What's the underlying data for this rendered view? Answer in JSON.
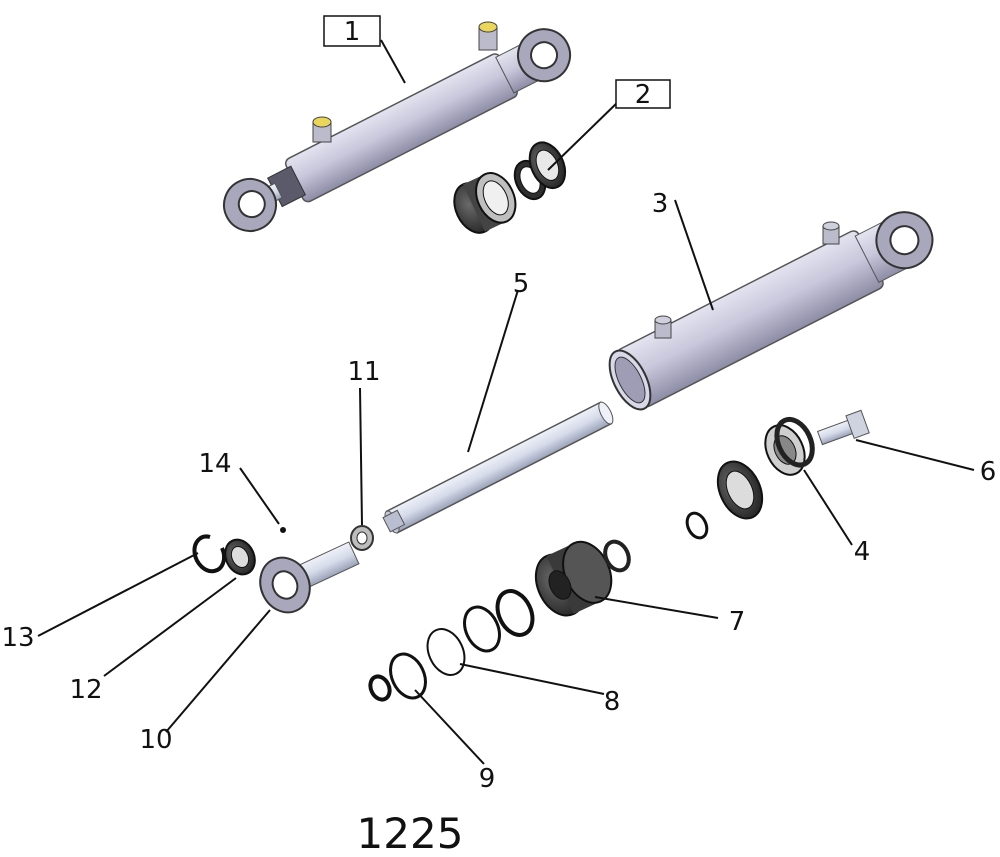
{
  "diagram": {
    "part_number": "1225",
    "callouts": [
      {
        "id": "1",
        "boxed": true
      },
      {
        "id": "2",
        "boxed": true
      },
      {
        "id": "3",
        "boxed": false
      },
      {
        "id": "4",
        "boxed": false
      },
      {
        "id": "5",
        "boxed": false
      },
      {
        "id": "6",
        "boxed": false
      },
      {
        "id": "7",
        "boxed": false
      },
      {
        "id": "8",
        "boxed": false
      },
      {
        "id": "9",
        "boxed": false
      },
      {
        "id": "10",
        "boxed": false
      },
      {
        "id": "11",
        "boxed": false
      },
      {
        "id": "12",
        "boxed": false
      },
      {
        "id": "13",
        "boxed": false
      },
      {
        "id": "14",
        "boxed": false
      }
    ],
    "colors": {
      "cylinder_body": "#c9c8dc",
      "cylinder_shadow": "#8d8ca6",
      "rod": "#d6dbea",
      "fitting_yellow": "#e9d65a",
      "dark_part": "#2b2b2b",
      "ink": "#111111"
    }
  }
}
